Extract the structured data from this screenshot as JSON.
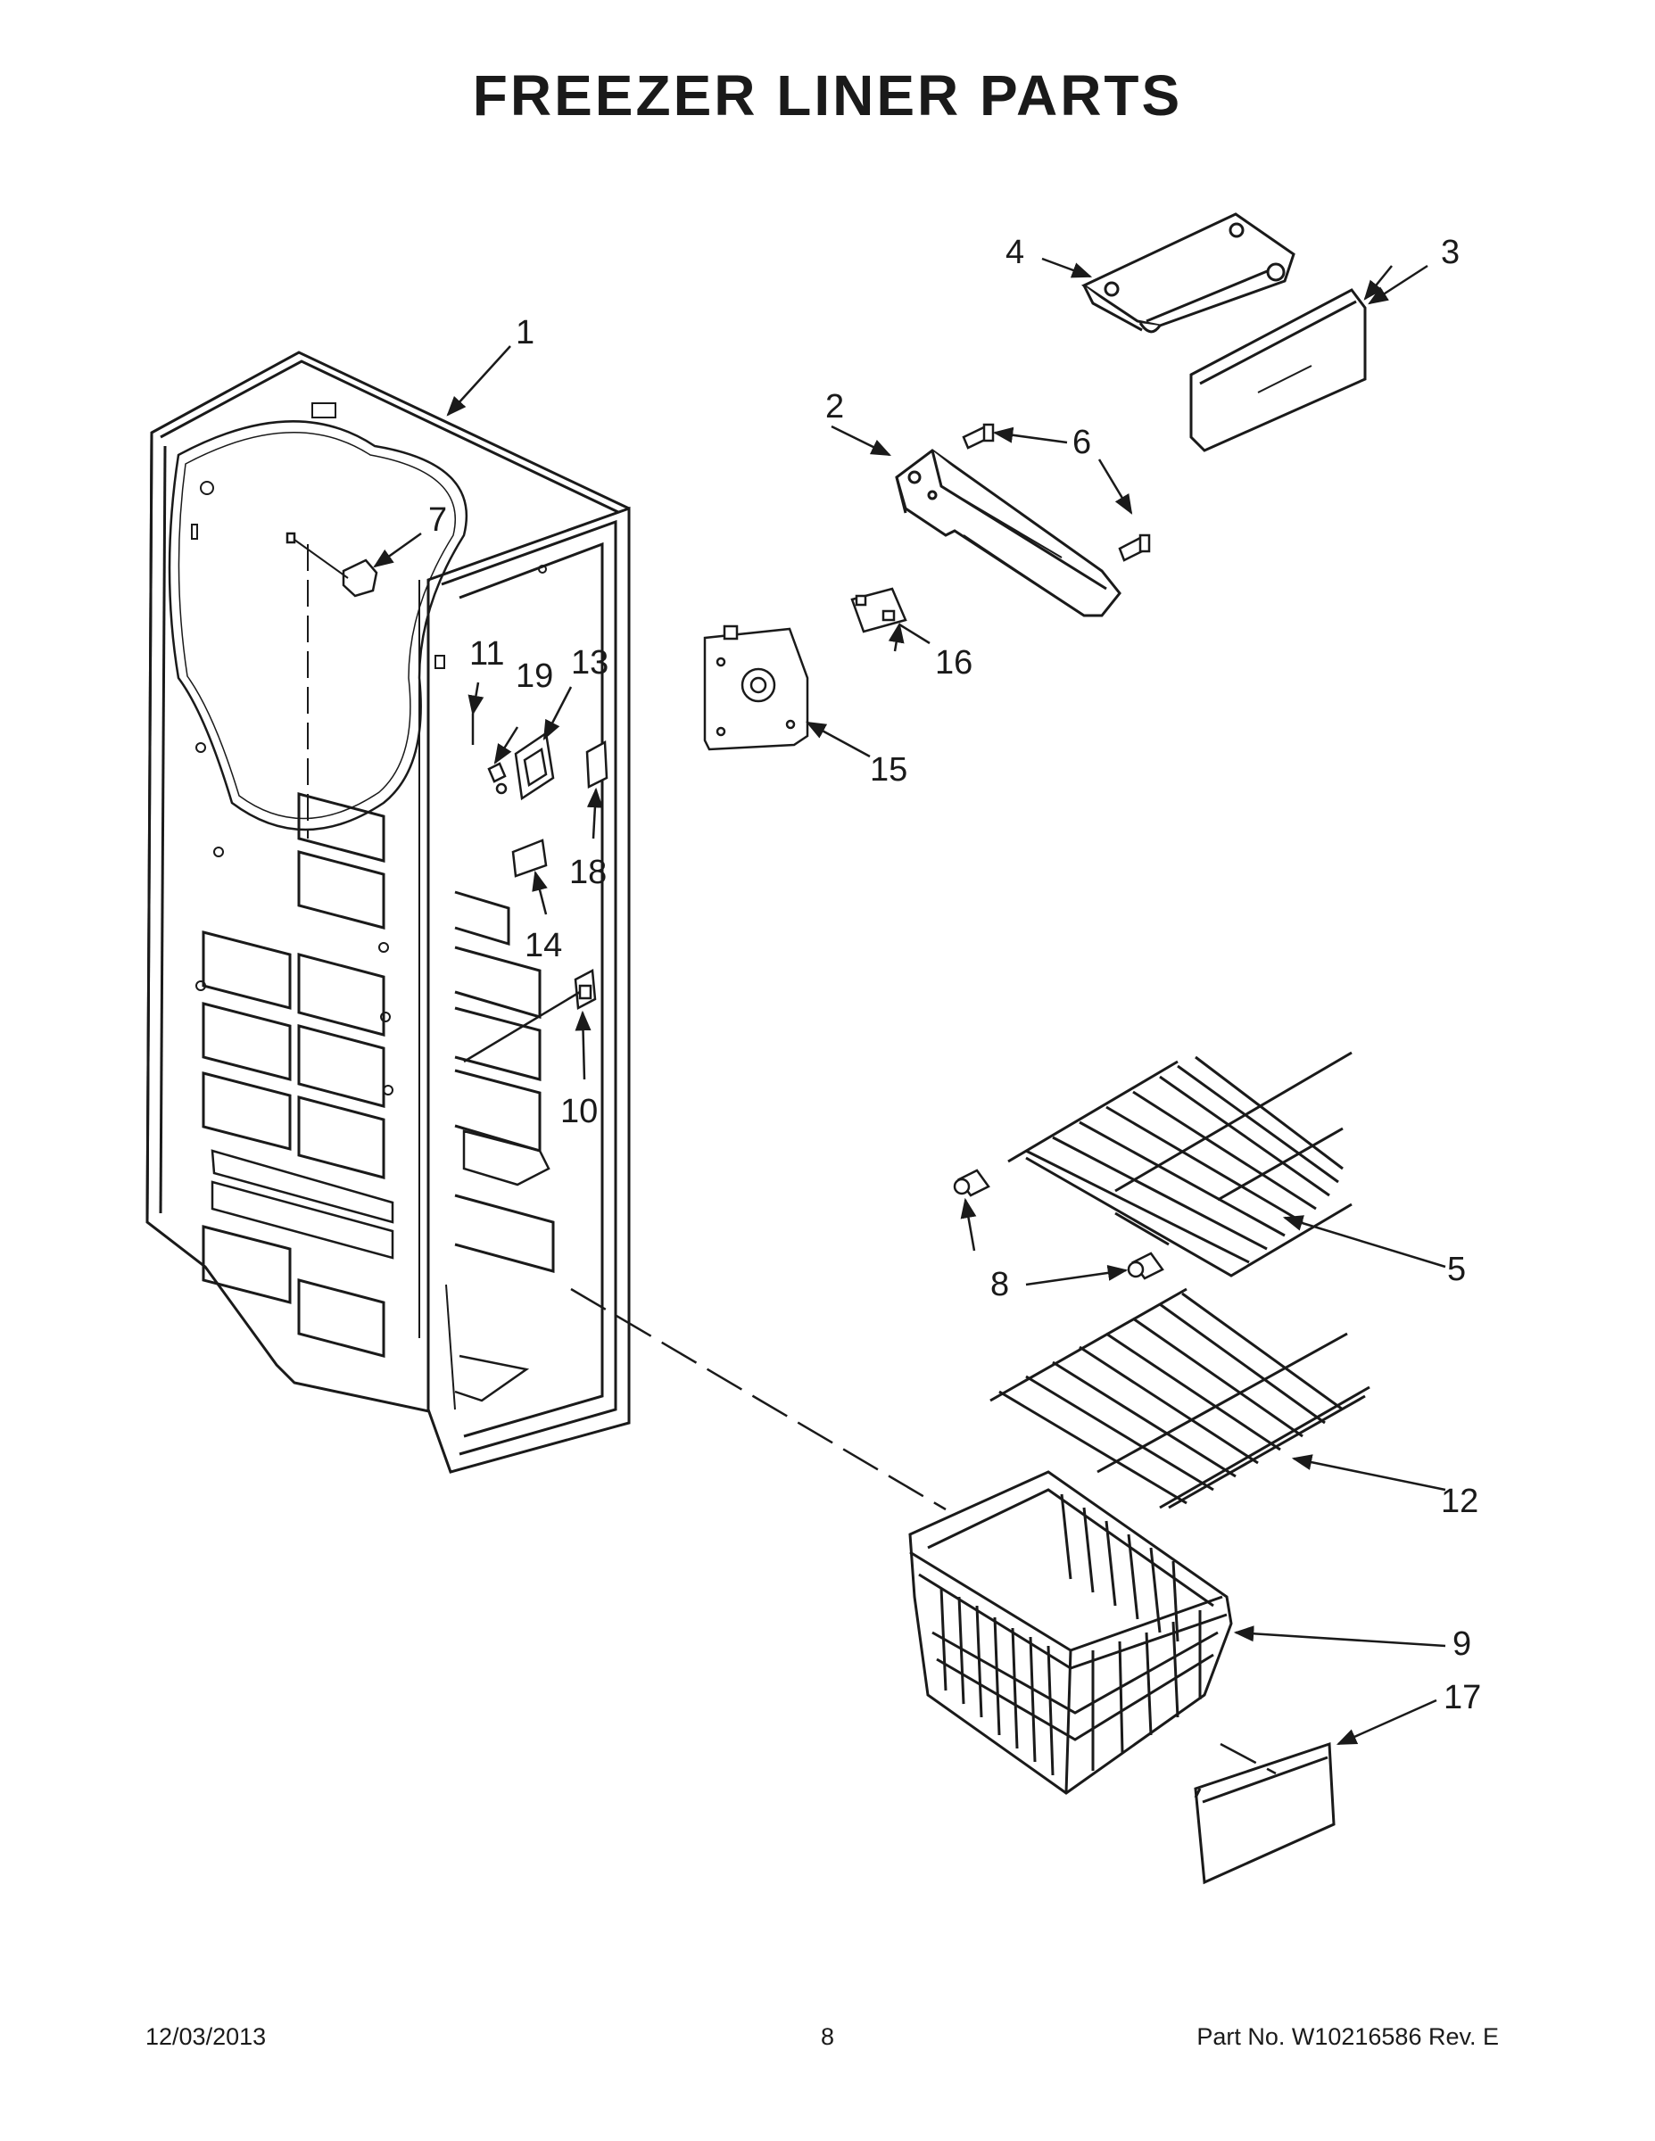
{
  "title": "FREEZER LINER PARTS",
  "callouts": {
    "c1": "1",
    "c2": "2",
    "c3": "3",
    "c4": "4",
    "c5": "5",
    "c6": "6",
    "c7": "7",
    "c8": "8",
    "c9": "9",
    "c10": "10",
    "c11": "11",
    "c12": "12",
    "c13": "13",
    "c14": "14",
    "c15": "15",
    "c16": "16",
    "c17": "17",
    "c18": "18",
    "c19": "19"
  },
  "footer": {
    "date": "12/03/2013",
    "page": "8",
    "part_no": "Part No.  W10216586  Rev.  E"
  }
}
